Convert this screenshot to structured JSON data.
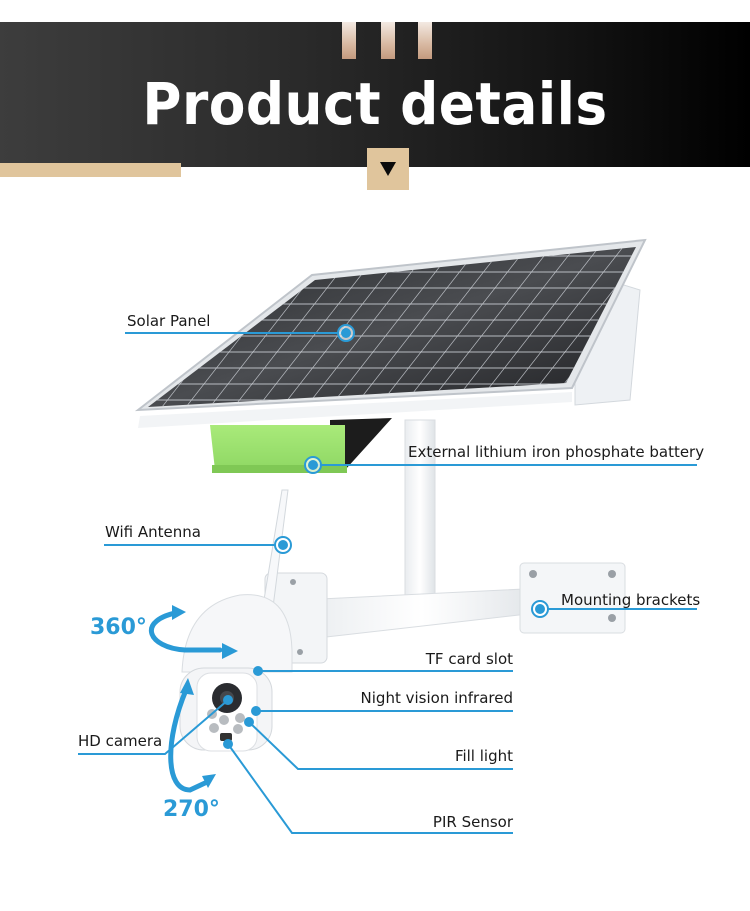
{
  "header": {
    "title": "Product details",
    "accent_color": "#e0c59c",
    "icon": "down-triangle-icon"
  },
  "product": {
    "callout_color": "#2a9ad6",
    "labels": {
      "solar_panel": "Solar Panel",
      "battery": "External lithium iron phosphate battery",
      "wifi_antenna": "Wifi Antenna",
      "mounting_brackets": "Mounting brackets",
      "tf_card_slot": "TF card slot",
      "night_vision": "Night vision infrared",
      "hd_camera": "HD camera",
      "fill_light": "Fill light",
      "pir_sensor": "PIR Sensor"
    },
    "rotation": {
      "horizontal": "360°",
      "vertical": "270°"
    }
  }
}
